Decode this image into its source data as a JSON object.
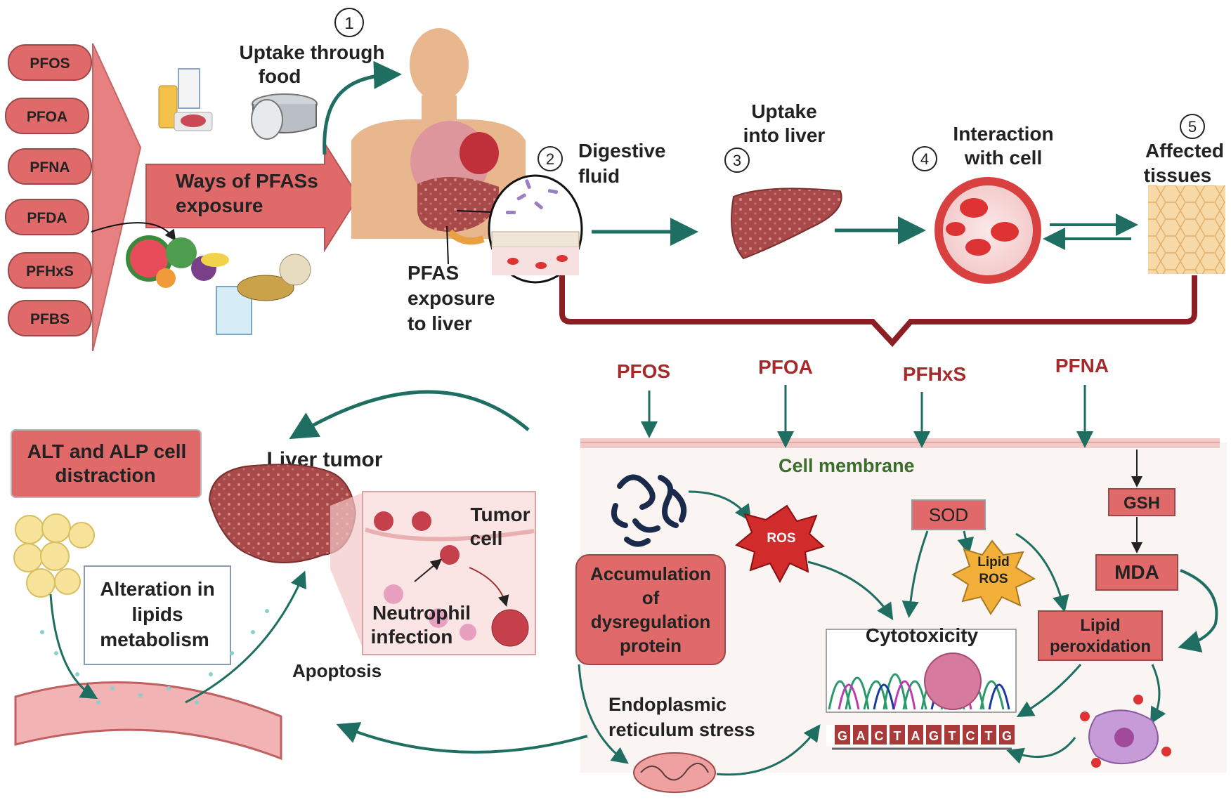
{
  "exposure": {
    "compounds": [
      "PFOS",
      "PFOA",
      "PFNA",
      "PFDA",
      "PFHxS",
      "PFBS"
    ],
    "ways_label_1": "Ways of PFASs",
    "ways_label_2": "exposure"
  },
  "steps": {
    "s1": {
      "num": "1",
      "line1": "Uptake through",
      "line2": "food"
    },
    "s2": {
      "num": "2",
      "line1": "Digestive",
      "line2": "fluid"
    },
    "s3": {
      "num": "3",
      "line1": "Uptake",
      "line2": "into liver"
    },
    "s4": {
      "num": "4",
      "line1": "Interaction",
      "line2": "with cell"
    },
    "s5": {
      "num": "5",
      "line1": "Affected",
      "line2": "tissues"
    }
  },
  "liver_exposure": {
    "line1": "PFAS",
    "line2": "exposure",
    "line3": "to liver"
  },
  "membrane": {
    "label": "Cell membrane",
    "compounds": [
      "PFOS",
      "PFOA",
      "PFHxS",
      "PFNA"
    ]
  },
  "mechanism": {
    "ros": "ROS",
    "sod": "SOD",
    "gsh": "GSH",
    "mda": "MDA",
    "lipid_ros_1": "Lipid",
    "lipid_ros_2": "ROS",
    "accumulation": [
      "Accumulation",
      "of",
      "dysregulation",
      "protein"
    ],
    "cytotoxicity": "Cytotoxicity",
    "dna_bases": [
      "G",
      "A",
      "C",
      "T",
      "A",
      "G",
      "T",
      "C",
      "T",
      "G"
    ],
    "lipid_peroxidation_1": "Lipid",
    "lipid_peroxidation_2": "peroxidation",
    "er_stress_1": "Endoplasmic",
    "er_stress_2": "reticulum stress"
  },
  "outcomes": {
    "alt_alp_1": "ALT and ALP cell",
    "alt_alp_2": "distraction",
    "liver_tumor": "Liver tumor",
    "tumor_cell_1": "Tumor",
    "tumor_cell_2": "cell",
    "neutrophil_1": "Neutrophil",
    "neutrophil_2": "infection",
    "alteration_1": "Alteration in",
    "alteration_2": "lipids",
    "alteration_3": "metabolism",
    "apoptosis": "Apoptosis"
  },
  "colors": {
    "pink_box": "#e06a6a",
    "dark_red": "#8b1f24",
    "teal": "#1e6f61",
    "membrane_green": "#3b6e2c",
    "label_red": "#a62a2a"
  }
}
